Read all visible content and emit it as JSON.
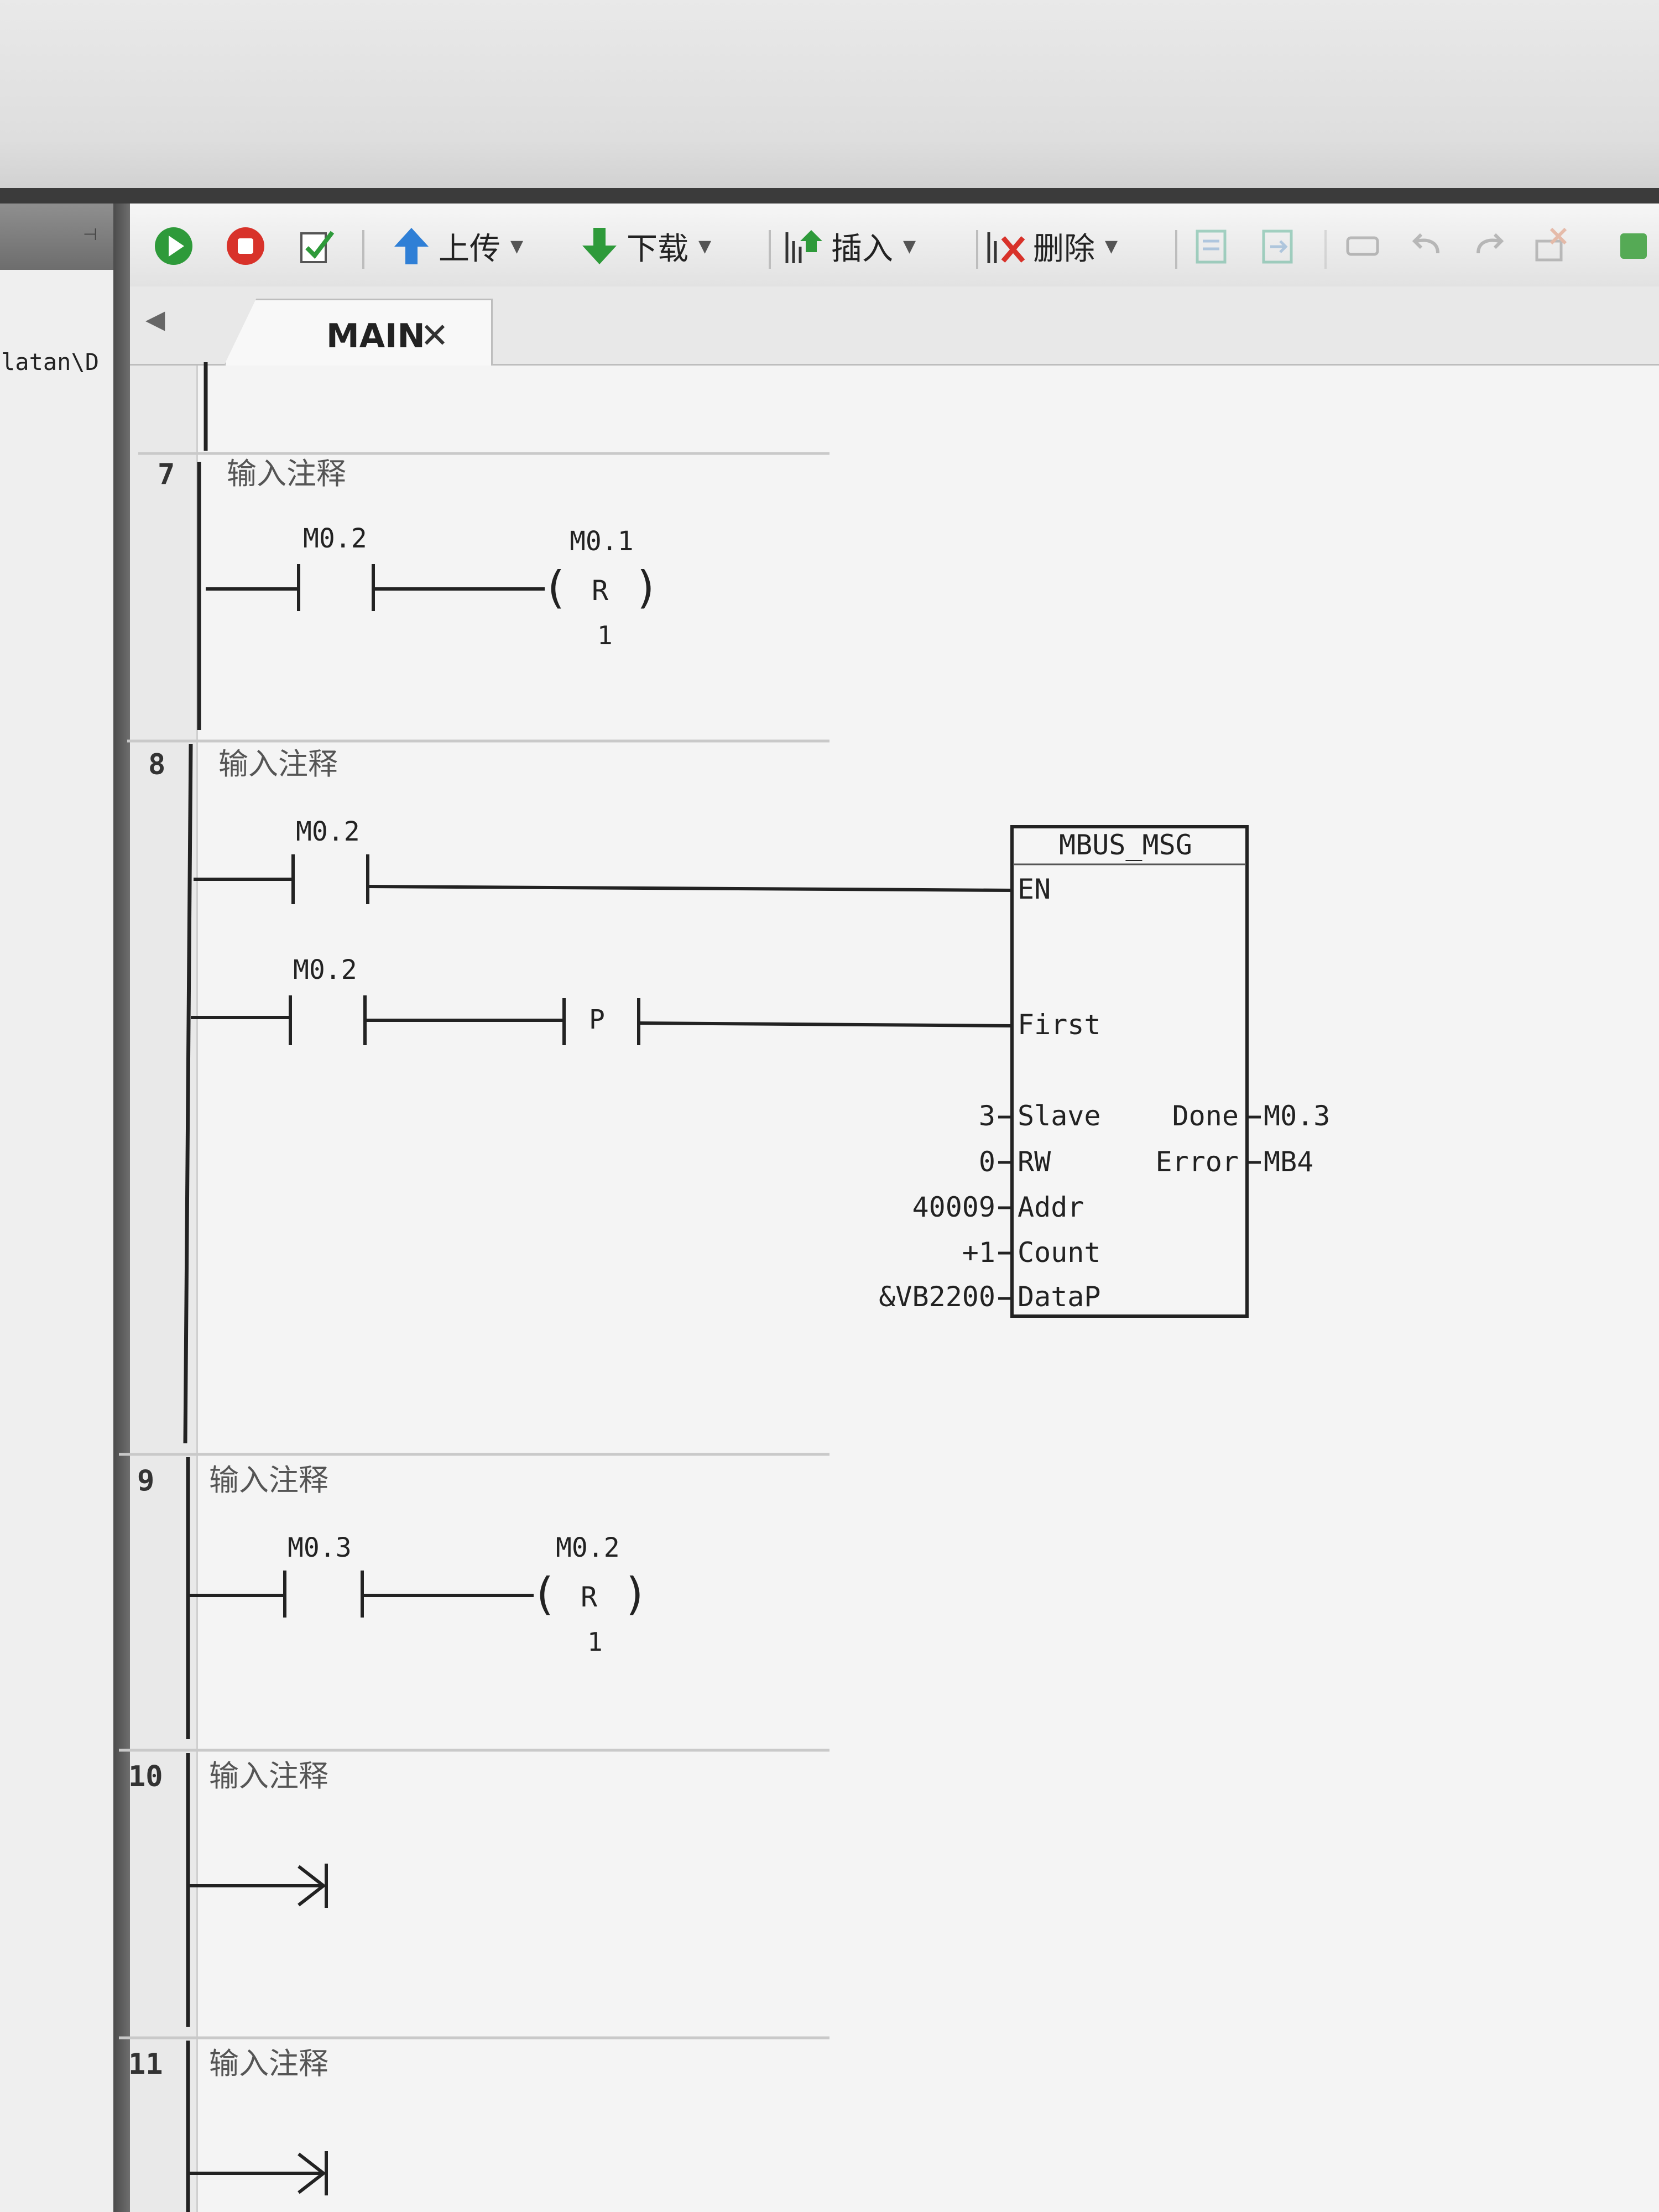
{
  "left_panel": {
    "path_text": "latan\\D"
  },
  "toolbar": {
    "run_icon": "run-icon",
    "stop_icon": "stop-icon",
    "compile_icon": "compile-icon",
    "upload_label": "上传",
    "download_label": "下载",
    "insert_label": "插入",
    "delete_label": "删除"
  },
  "tabs": [
    {
      "label": "MAIN",
      "close": "✕"
    }
  ],
  "rungs": [
    {
      "number": "7",
      "comment": "输入注释",
      "contact": "M0.2",
      "coil_addr": "M0.1",
      "coil_type": "R",
      "coil_n": "1"
    },
    {
      "number": "8",
      "comment": "输入注释",
      "contact1": "M0.2",
      "contact2": "M0.2",
      "p_label": "P",
      "block": {
        "title": "MBUS_MSG",
        "in_en": "EN",
        "in_first": "First",
        "in_slave": "Slave",
        "in_rw": "RW",
        "in_addr": "Addr",
        "in_count": "Count",
        "in_datap": "DataP",
        "val_slave": "3",
        "val_rw": "0",
        "val_addr": "40009",
        "val_count": "+1",
        "val_datap": "&VB2200",
        "out_done": "Done",
        "out_error": "Error",
        "val_done": "M0.3",
        "val_error": "MB4"
      }
    },
    {
      "number": "9",
      "comment": "输入注释",
      "contact": "M0.3",
      "coil_addr": "M0.2",
      "coil_type": "R",
      "coil_n": "1"
    },
    {
      "number": "10",
      "comment": "输入注释"
    },
    {
      "number": "11",
      "comment": "输入注释"
    }
  ]
}
